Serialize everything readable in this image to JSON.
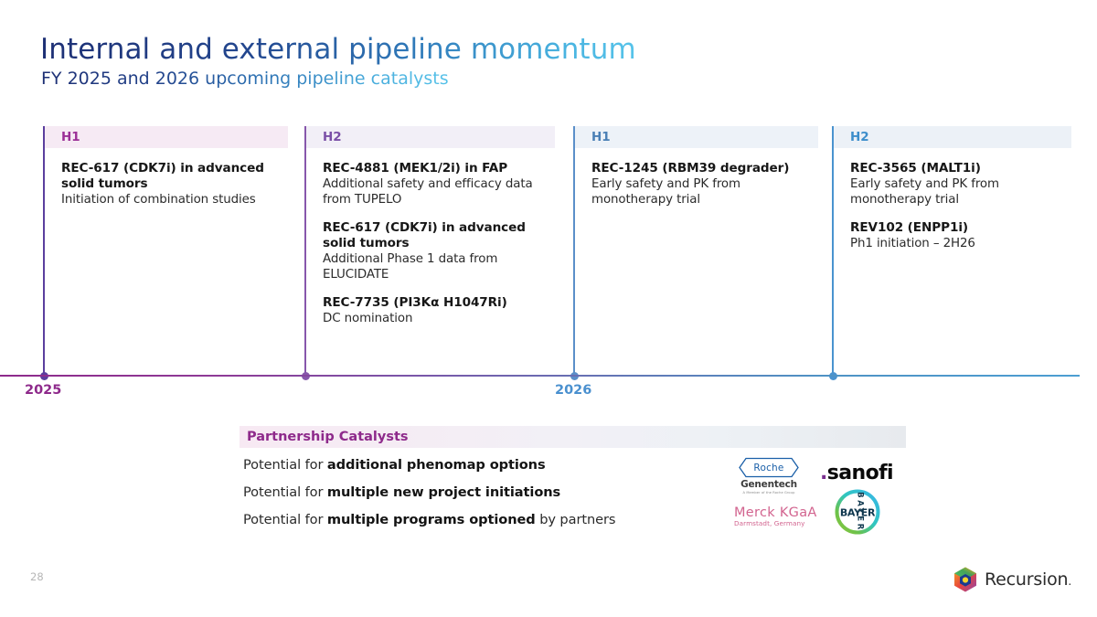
{
  "header": {
    "title": "Internal and external pipeline momentum",
    "subtitle": "FY 2025 and 2026 upcoming pipeline catalysts"
  },
  "timeline": {
    "years": [
      {
        "label": "2025",
        "color": "#8e2a8b"
      },
      {
        "label": "2026",
        "color": "#4a90cf"
      }
    ],
    "columns": [
      {
        "period": "H1",
        "header_color": "#9b2f96",
        "header_bg": "#f6eaf4",
        "line_color": "#5b3f9e",
        "items": [
          {
            "title": "REC-617 (CDK7i) in advanced solid tumors",
            "detail": "Initiation of combination studies"
          }
        ]
      },
      {
        "period": "H2",
        "header_color": "#7a4fa6",
        "header_bg": "#f2eff7",
        "line_color": "#8757ab",
        "items": [
          {
            "title": "REC-4881 (MEK1/2i) in FAP",
            "detail": "Additional safety and efficacy data from TUPELO"
          },
          {
            "title": "REC-617 (CDK7i) in advanced solid tumors",
            "detail": "Additional Phase 1 data from ELUCIDATE"
          },
          {
            "title": "REC-7735 (PI3Kα H1047Ri)",
            "detail": "DC nomination"
          }
        ]
      },
      {
        "period": "H1",
        "header_color": "#4a7fb5",
        "header_bg": "#edf2f8",
        "line_color": "#5b8fc9",
        "items": [
          {
            "title": "REC-1245 (RBM39 degrader)",
            "detail": "Early safety and PK from monotherapy trial"
          }
        ]
      },
      {
        "period": "H2",
        "header_color": "#3d8ecb",
        "header_bg": "#ecf1f7",
        "line_color": "#4a93cf",
        "items": [
          {
            "title": "REC-3565 (MALT1i)",
            "detail": "Early safety and PK from monotherapy trial"
          },
          {
            "title": "REV102 (ENPP1i)",
            "detail": "Ph1 initiation – 2H26"
          }
        ]
      }
    ]
  },
  "partnership": {
    "title": "Partnership Catalysts",
    "title_color": "#8e2a8b",
    "lines": [
      {
        "prefix": "Potential for ",
        "strong": "additional phenomap options",
        "suffix": ""
      },
      {
        "prefix": "Potential for ",
        "strong": "multiple new project initiations",
        "suffix": ""
      },
      {
        "prefix": "Potential for ",
        "strong": "multiple programs optioned",
        "suffix": " by partners"
      }
    ],
    "logos": [
      {
        "name": "roche-genentech-logo",
        "primary": "Roche",
        "secondary": "Genentech",
        "tagline": "A Member of the Roche Group"
      },
      {
        "name": "sanofi-logo",
        "primary": "sanofi"
      },
      {
        "name": "merck-kgaa-logo",
        "primary": "Merck KGaA",
        "secondary": "Darmstadt, Germany"
      },
      {
        "name": "bayer-logo",
        "primary": "BAYER"
      }
    ]
  },
  "footer": {
    "page_number": "28",
    "brand": "Recursion",
    "brand_mark": "."
  }
}
